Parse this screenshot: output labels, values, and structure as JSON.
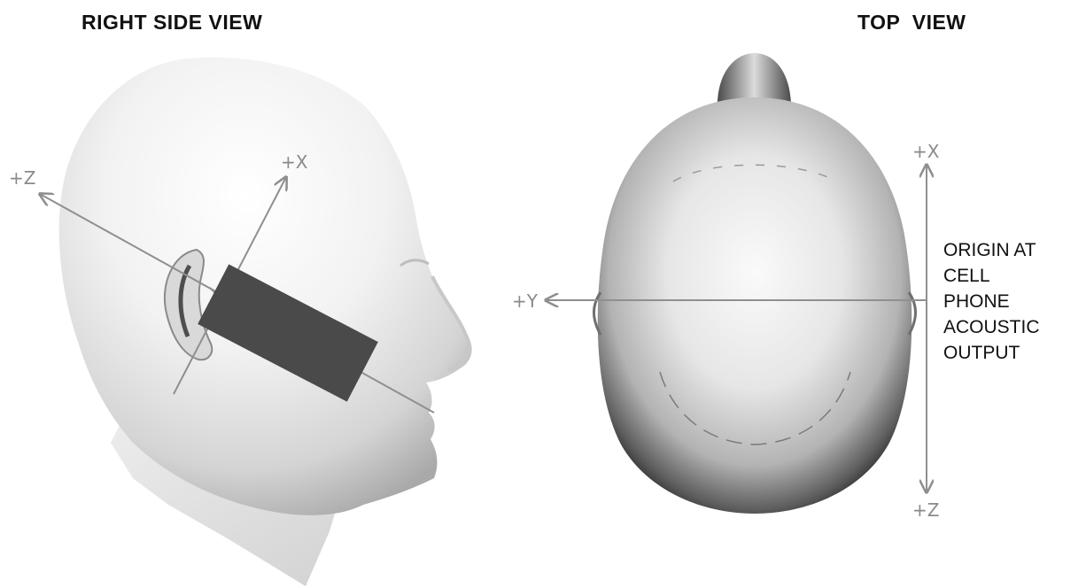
{
  "titles": {
    "side": "RIGHT SIDE VIEW",
    "top": "TOP  VIEW"
  },
  "axes": {
    "side_z": "+Z",
    "side_x": "+X",
    "top_x": "+X",
    "top_y": "+Y",
    "top_z": "+Z"
  },
  "note_lines": [
    "ORIGIN AT",
    "CELL",
    "PHONE",
    "ACOUSTIC",
    "OUTPUT"
  ],
  "colors": {
    "axis": "#8f8f8f",
    "phone": "#4a4a4a",
    "text": "#111111"
  }
}
